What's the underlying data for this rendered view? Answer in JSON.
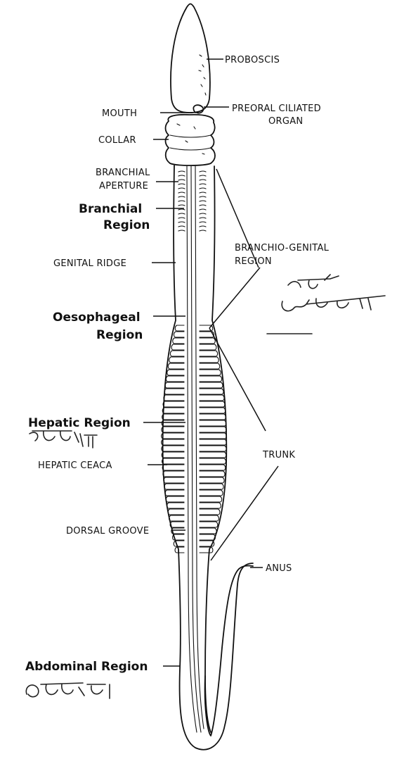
{
  "labels": {
    "proboscis": "PROBOSCIS",
    "mouth": "MOUTH",
    "preoral_line1": "PREORAL  CILIATED",
    "preoral_line2": "ORGAN",
    "collar": "COLLAR",
    "branchial_aperture_line1": "BRANCHIAL",
    "branchial_aperture_line2": "APERTURE",
    "branchial_region_line1": "Branchial",
    "branchial_region_line2": "Region",
    "branchio_genital_line1": "BRANCHIO-GENITAL",
    "branchio_genital_line2": "REGION",
    "genital_ridge": "GENITAL RIDGE",
    "oesophageal_line1": "Oesophageal",
    "oesophageal_line2": "Region",
    "hepatic_region": "Hepatic Region",
    "hepatic_ceaca": "HEPATIC CEACA",
    "trunk": "TRUNK",
    "dorsal_groove": "DORSAL GROOVE",
    "anus": "ANUS",
    "abdominal_region": "Abdominal Region"
  },
  "colors": {
    "ink": "#111111",
    "paper": "#ffffff"
  }
}
